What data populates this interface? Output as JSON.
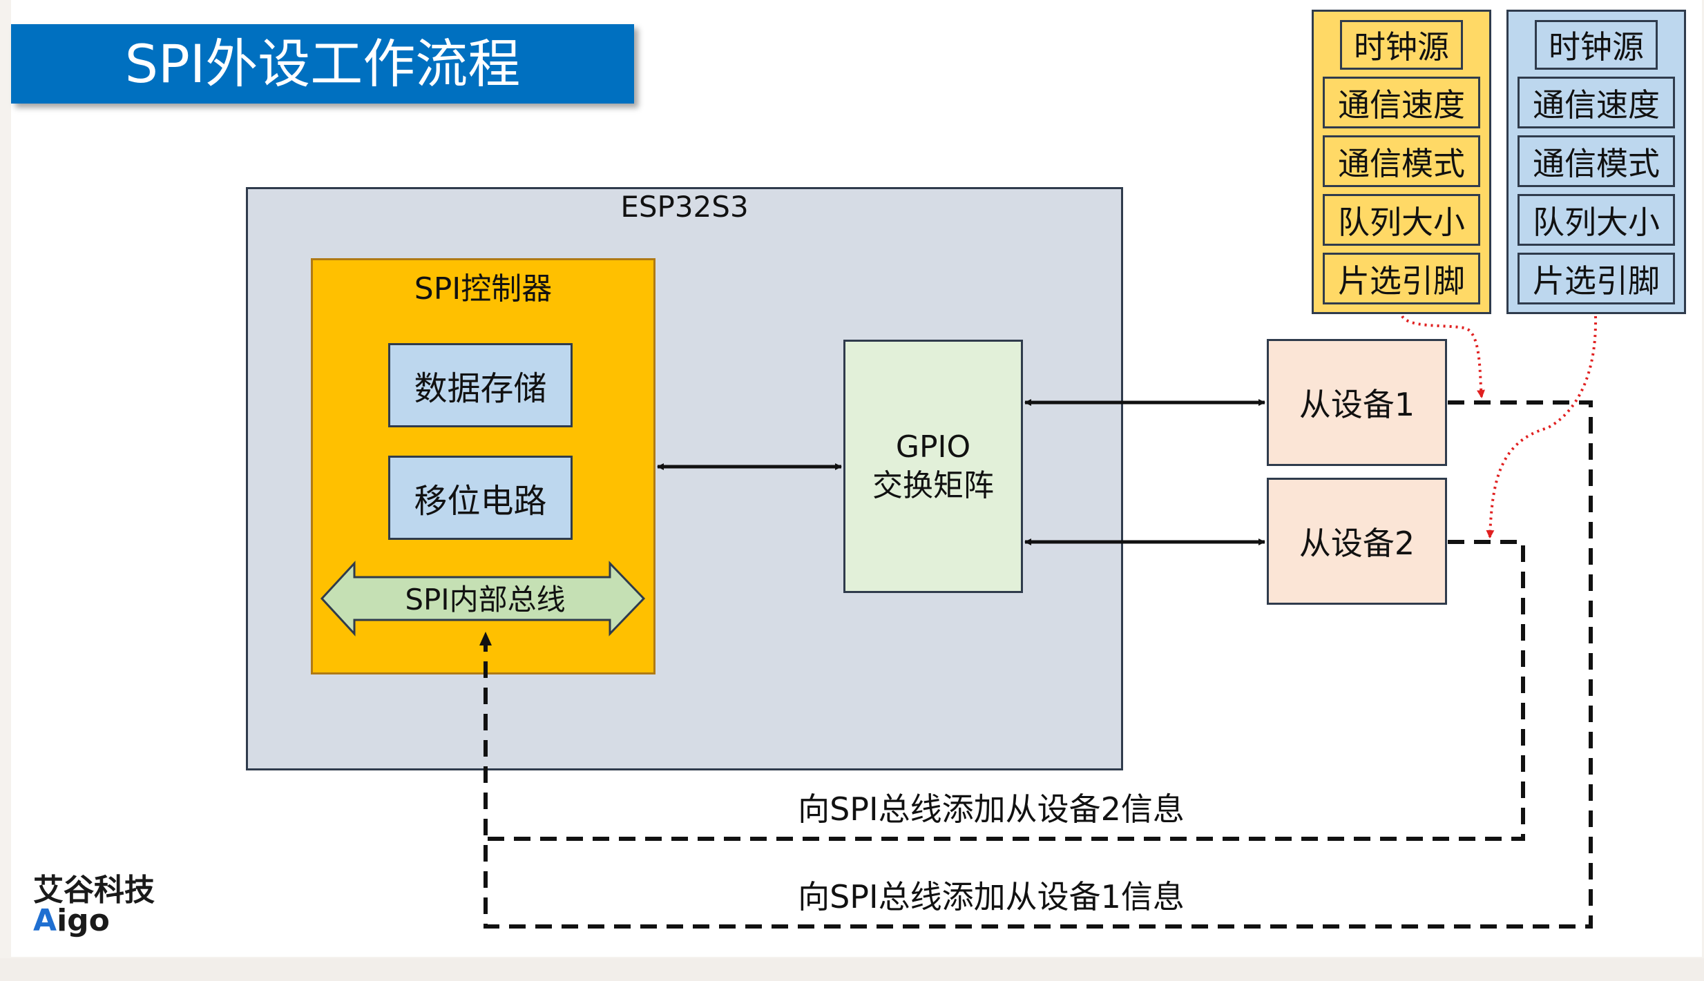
{
  "title": "SPI外设工作流程",
  "esp32s3": {
    "label": "ESP32S3"
  },
  "spi_controller": {
    "label": "SPI控制器",
    "data_storage": "数据存储",
    "shift_circuit": "移位电路",
    "internal_bus": "SPI内部总线"
  },
  "gpio_matrix": {
    "line1": "GPIO",
    "line2": "交换矩阵"
  },
  "slaves": [
    {
      "label": "从设备1"
    },
    {
      "label": "从设备2"
    }
  ],
  "config_panels": [
    {
      "items": [
        "时钟源",
        "通信速度",
        "通信模式",
        "队列大小",
        "片选引脚"
      ],
      "color": "#ffd966"
    },
    {
      "items": [
        "时钟源",
        "通信速度",
        "通信模式",
        "队列大小",
        "片选引脚"
      ],
      "color": "#bdd7ee"
    }
  ],
  "bus_notes": {
    "slave2": "向SPI总线添加从设备2信息",
    "slave1": "向SPI总线添加从设备1信息"
  },
  "brand": {
    "cn": "艾谷科技",
    "en_accent": "A",
    "en_rest": "igo"
  },
  "colors": {
    "title_bg": "#0070c0",
    "esp_bg": "#d6dce5",
    "controller_bg": "#ffc000",
    "inner_box_bg": "#bdd7ee",
    "gpio_bg": "#e2f0d9",
    "slave_bg": "#fbe5d6",
    "bus_arrow_bg": "#c5e0b4",
    "red_link": "#e02020"
  }
}
